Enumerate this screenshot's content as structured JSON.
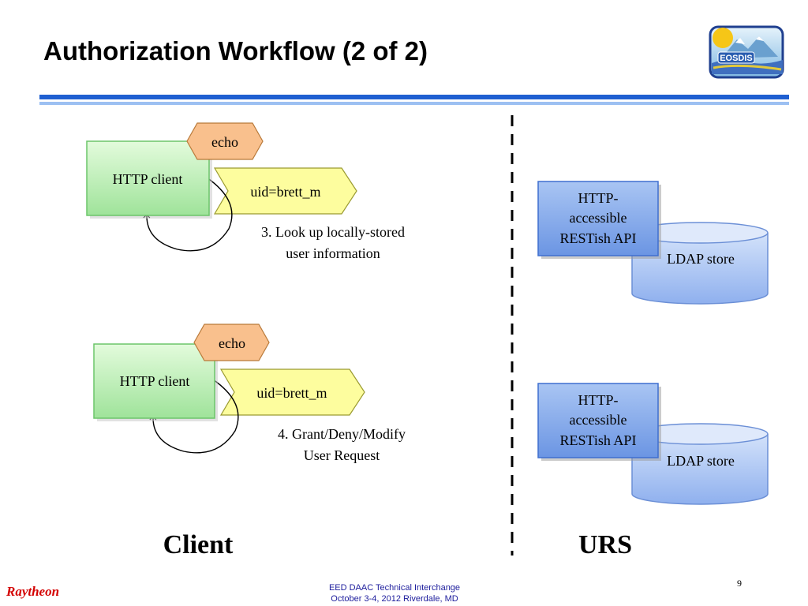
{
  "slide": {
    "title": "Authorization Workflow (2 of 2)",
    "page_number": "9",
    "footer_line1": "EED DAAC Technical Interchange",
    "footer_line2": "October 3-4, 2012 Riverdale, MD",
    "raytheon": "Raytheon",
    "logo_text": "EOSDIS"
  },
  "diagram": {
    "flow1": {
      "client_label": "HTTP client",
      "echo_label": "echo",
      "uid_label": "uid=brett_m",
      "step_line1": "3. Look up locally-stored",
      "step_line2": "user information"
    },
    "flow2": {
      "client_label": "HTTP client",
      "echo_label": "echo",
      "uid_label": "uid=brett_m",
      "step_line1": "4. Grant/Deny/Modify",
      "step_line2": "User Request"
    },
    "urs1": {
      "api_line1": "HTTP-",
      "api_line2": "accessible",
      "api_line3": "RESTish API",
      "store_label": "LDAP store"
    },
    "urs2": {
      "api_line1": "HTTP-",
      "api_line2": "accessible",
      "api_line3": "RESTish API",
      "store_label": "LDAP store"
    },
    "client_heading": "Client",
    "urs_heading": "URS"
  },
  "colors": {
    "client_box": "#cdf7c4",
    "client_border": "#6cc56a",
    "echo_fill": "#f9c08d",
    "uid_fill": "#fdfd9e",
    "api_fill": "#7aa4ea",
    "store_fill": "#b4cbf5",
    "rule_dark": "#1f5fd1",
    "rule_light": "#9cc0f2",
    "footer_text": "#1c1c9c",
    "raytheon_red": "#d40000"
  }
}
